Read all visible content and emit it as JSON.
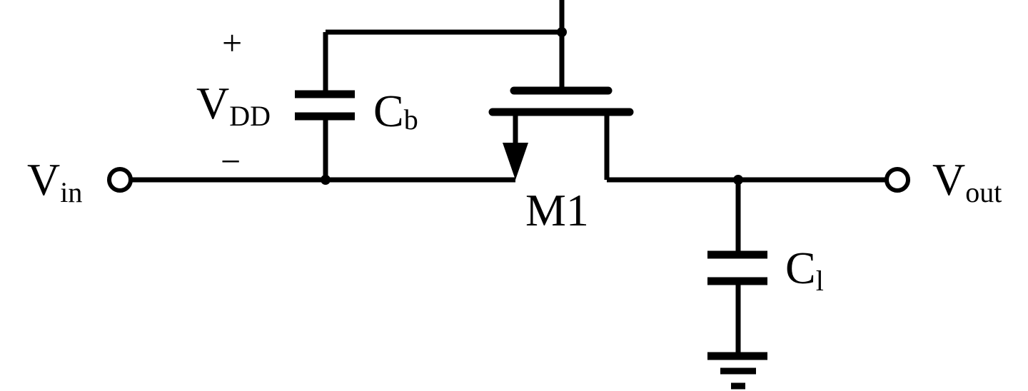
{
  "colors": {
    "stroke": "#000000",
    "background": "#ffffff"
  },
  "labels": {
    "vin_main": "V",
    "vin_sub": "in",
    "vout_main": "V",
    "vout_sub": "out",
    "vdd_main": "V",
    "vdd_sub": "DD",
    "plus": "+",
    "minus": "−",
    "cb_main": "C",
    "cb_sub": "b",
    "cl_main": "C",
    "cl_sub": "l",
    "m1": "M1"
  }
}
